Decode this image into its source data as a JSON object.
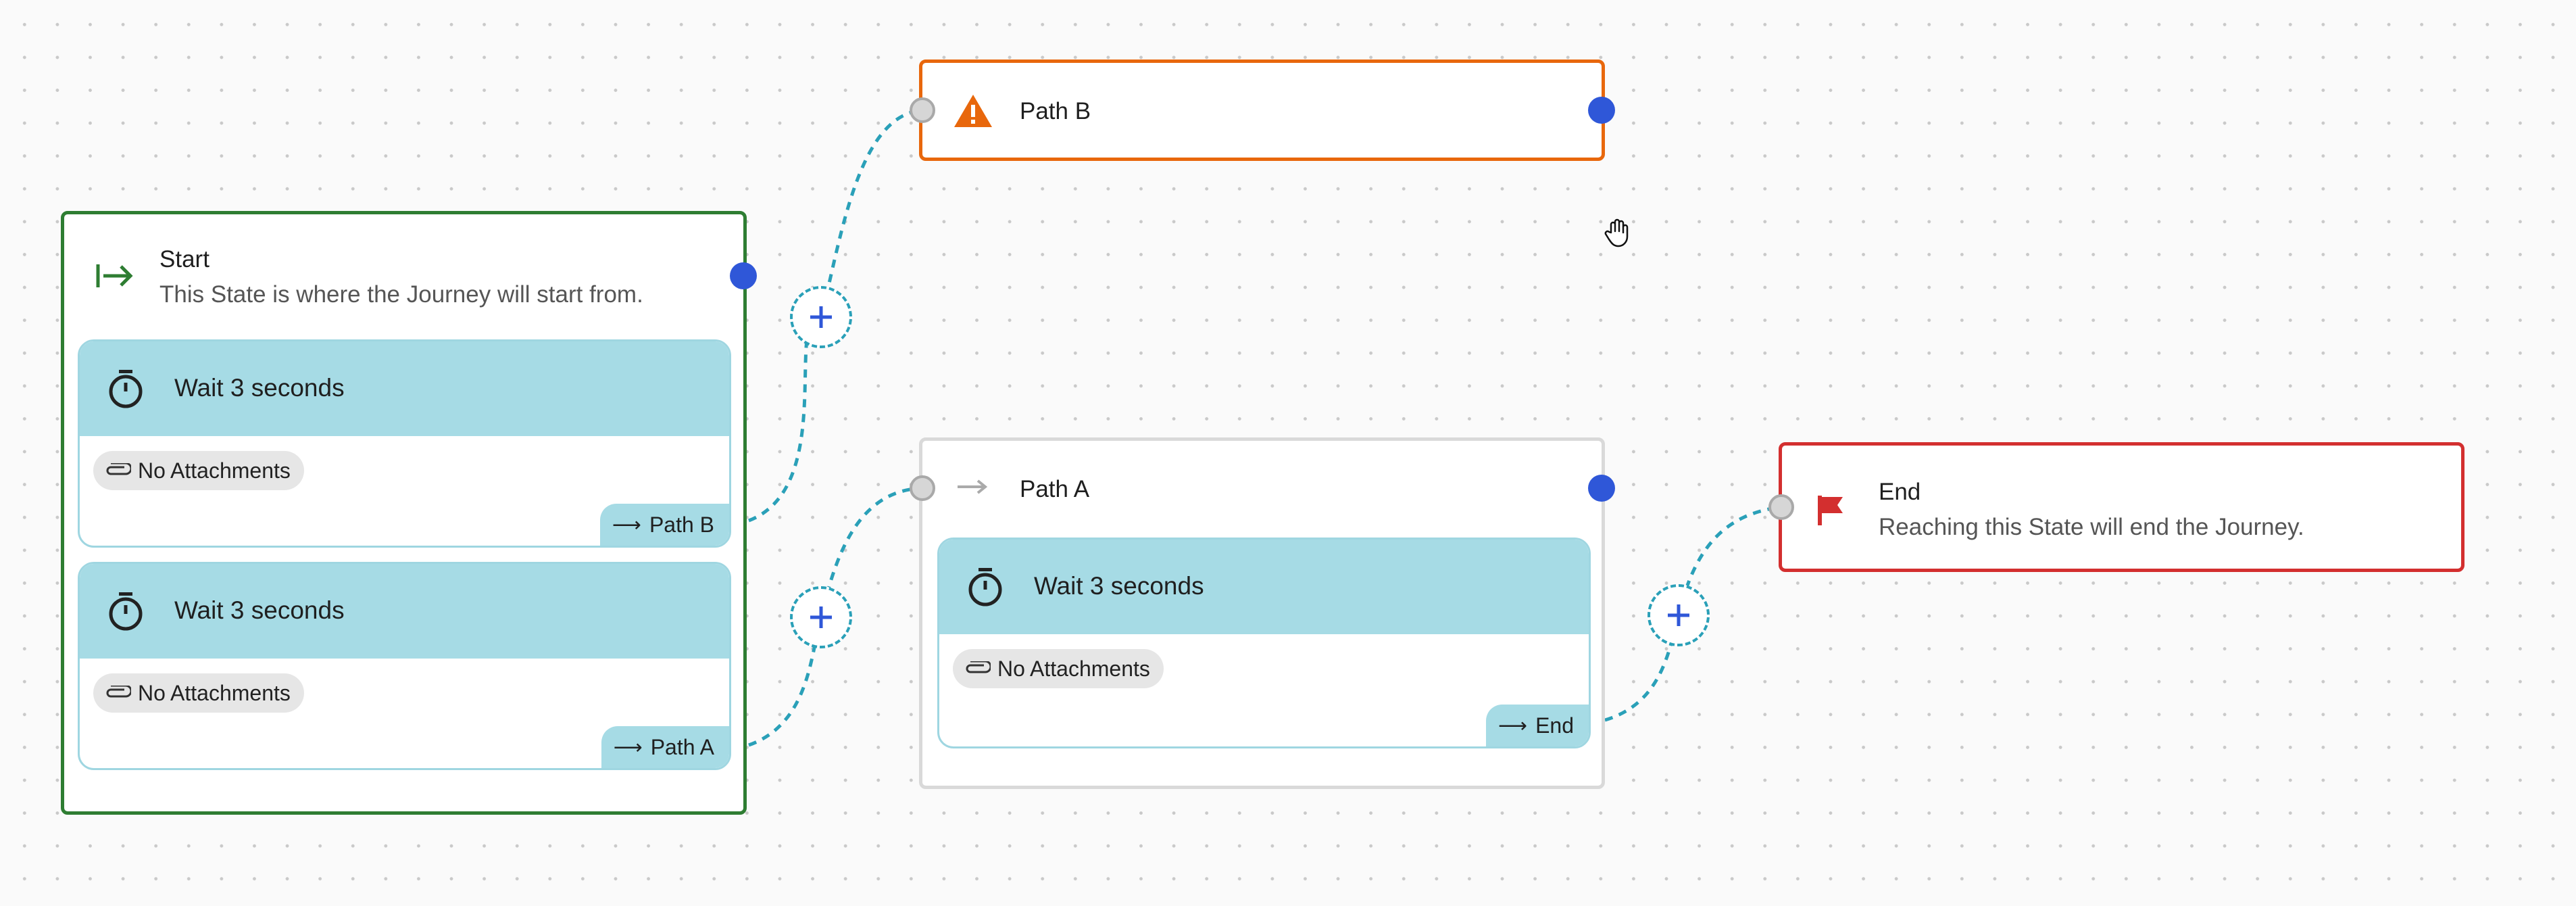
{
  "colors": {
    "start_border": "#2e7d32",
    "warning_border": "#e8670c",
    "end_border": "#d32f2f",
    "neutral_border": "#d9d9d9",
    "action_header": "#a6dbe5",
    "port_out": "#2f57d8",
    "connector": "#2aa0b8"
  },
  "states": {
    "start": {
      "icon": "start-arrow-icon",
      "title": "Start",
      "description": "This State is where the Journey will start from.",
      "actions": [
        {
          "icon": "timer-icon",
          "label": "Wait 3 seconds",
          "attachments": "No Attachments",
          "target": "Path B"
        },
        {
          "icon": "timer-icon",
          "label": "Wait 3 seconds",
          "attachments": "No Attachments",
          "target": "Path A"
        }
      ]
    },
    "path_b": {
      "icon": "warning-icon",
      "title": "Path B"
    },
    "path_a": {
      "icon": "arrow-right-icon",
      "title": "Path A",
      "actions": [
        {
          "icon": "timer-icon",
          "label": "Wait 3 seconds",
          "attachments": "No Attachments",
          "target": "End"
        }
      ]
    },
    "end": {
      "icon": "flag-icon",
      "title": "End",
      "description": "Reaching this State will end the Journey."
    }
  },
  "connectors": [
    {
      "from": "Start: Wait 3 seconds",
      "to": "Path B"
    },
    {
      "from": "Start: Wait 3 seconds",
      "to": "Path A"
    },
    {
      "from": "Path A: Wait 3 seconds",
      "to": "End"
    }
  ],
  "add_button_icon": "plus-icon",
  "cursor_icon": "hand-cursor-icon"
}
